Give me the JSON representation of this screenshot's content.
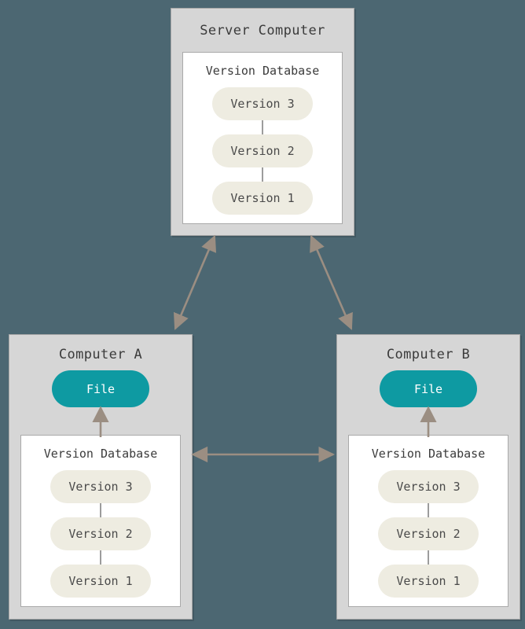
{
  "diagram": {
    "background_color": "#4c6772",
    "title_hidden": "Centralized / Distributed version control diagram",
    "colors": {
      "computer_box": "#d6d6d6",
      "computer_border": "#a6a6a6",
      "vdb_box": "#ffffff",
      "vdb_border": "#a9a9a9",
      "pill": "#eeece1",
      "file_pill": "#0e9aa2",
      "file_text": "#ffffff",
      "text": "#3b3b3b",
      "arrow": "#9b8e82",
      "link_line": "#9c9c9c"
    }
  },
  "server": {
    "title": "Server Computer",
    "database": {
      "title": "Version Database",
      "versions": [
        {
          "label": "Version 3"
        },
        {
          "label": "Version 2"
        },
        {
          "label": "Version 1"
        }
      ]
    }
  },
  "computer_a": {
    "title": "Computer A",
    "file": {
      "label": "File"
    },
    "database": {
      "title": "Version Database",
      "versions": [
        {
          "label": "Version 3"
        },
        {
          "label": "Version 2"
        },
        {
          "label": "Version 1"
        }
      ]
    }
  },
  "computer_b": {
    "title": "Computer B",
    "file": {
      "label": "File"
    },
    "database": {
      "title": "Version Database",
      "versions": [
        {
          "label": "Version 3"
        },
        {
          "label": "Version 2"
        },
        {
          "label": "Version 1"
        }
      ]
    }
  },
  "connections": [
    {
      "name": "server-to-computer-a",
      "style": "double-arrow"
    },
    {
      "name": "server-to-computer-b",
      "style": "double-arrow"
    },
    {
      "name": "computer-a-to-computer-b",
      "style": "double-arrow"
    },
    {
      "name": "vdb-a-to-file-a",
      "style": "single-arrow-up"
    },
    {
      "name": "vdb-b-to-file-b",
      "style": "single-arrow-up"
    }
  ]
}
